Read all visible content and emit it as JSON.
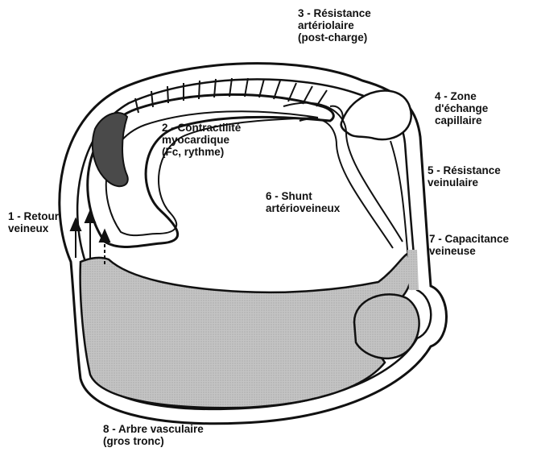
{
  "labels": {
    "l1": {
      "line1": "1 - Retour",
      "line2": "veineux"
    },
    "l2": {
      "line1": "2 - Contractilité",
      "line2": "myocardique",
      "line3": "(Fc, rythme)"
    },
    "l3": {
      "line1": "3 - Résistance",
      "line2": "artériolaire",
      "line3": "(post-charge)"
    },
    "l4": {
      "line1": "4 - Zone",
      "line2": "d'échange",
      "line3": "capillaire"
    },
    "l5": {
      "line1": "5 - Résistance",
      "line2": "veinulaire"
    },
    "l6": {
      "line1": "6 - Shunt",
      "line2": "artérioveineux"
    },
    "l7": {
      "line1": "7 - Capacitance",
      "line2": "veineuse"
    },
    "l8": {
      "line1": "8 - Arbre vasculaire",
      "line2": "(gros tronc)"
    }
  },
  "colors": {
    "ink": "#111111",
    "venous_fill": "#c4c4c4",
    "heart_muscle": "#4a4a4a",
    "background": "#ffffff"
  }
}
